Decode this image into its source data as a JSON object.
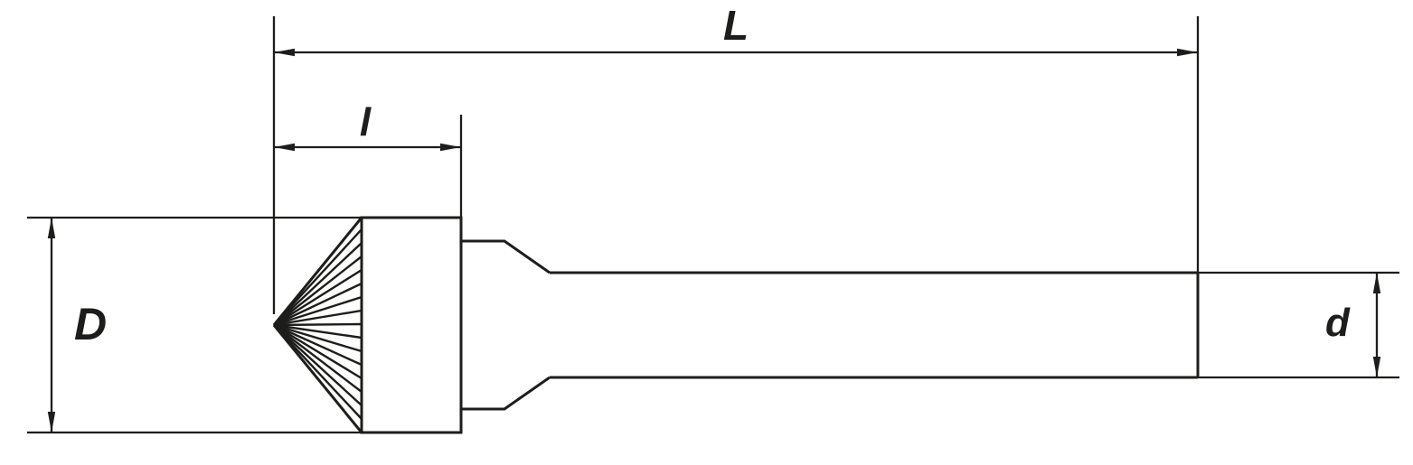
{
  "drawing": {
    "kind": "dimensioned-technical-drawing",
    "colors": {
      "line": "#1d1d1b",
      "background": "#ffffff"
    },
    "dimension_labels": {
      "overall_length": "L",
      "head_length": "l",
      "head_diameter": "D",
      "shank_diameter": "d"
    }
  }
}
